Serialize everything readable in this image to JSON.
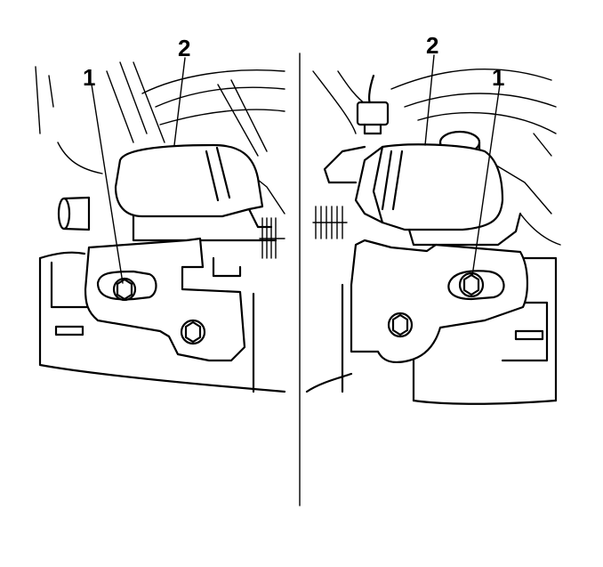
{
  "callouts": {
    "left_bolt": "1",
    "left_module": "2",
    "right_module": "2",
    "right_bolt": "1"
  }
}
